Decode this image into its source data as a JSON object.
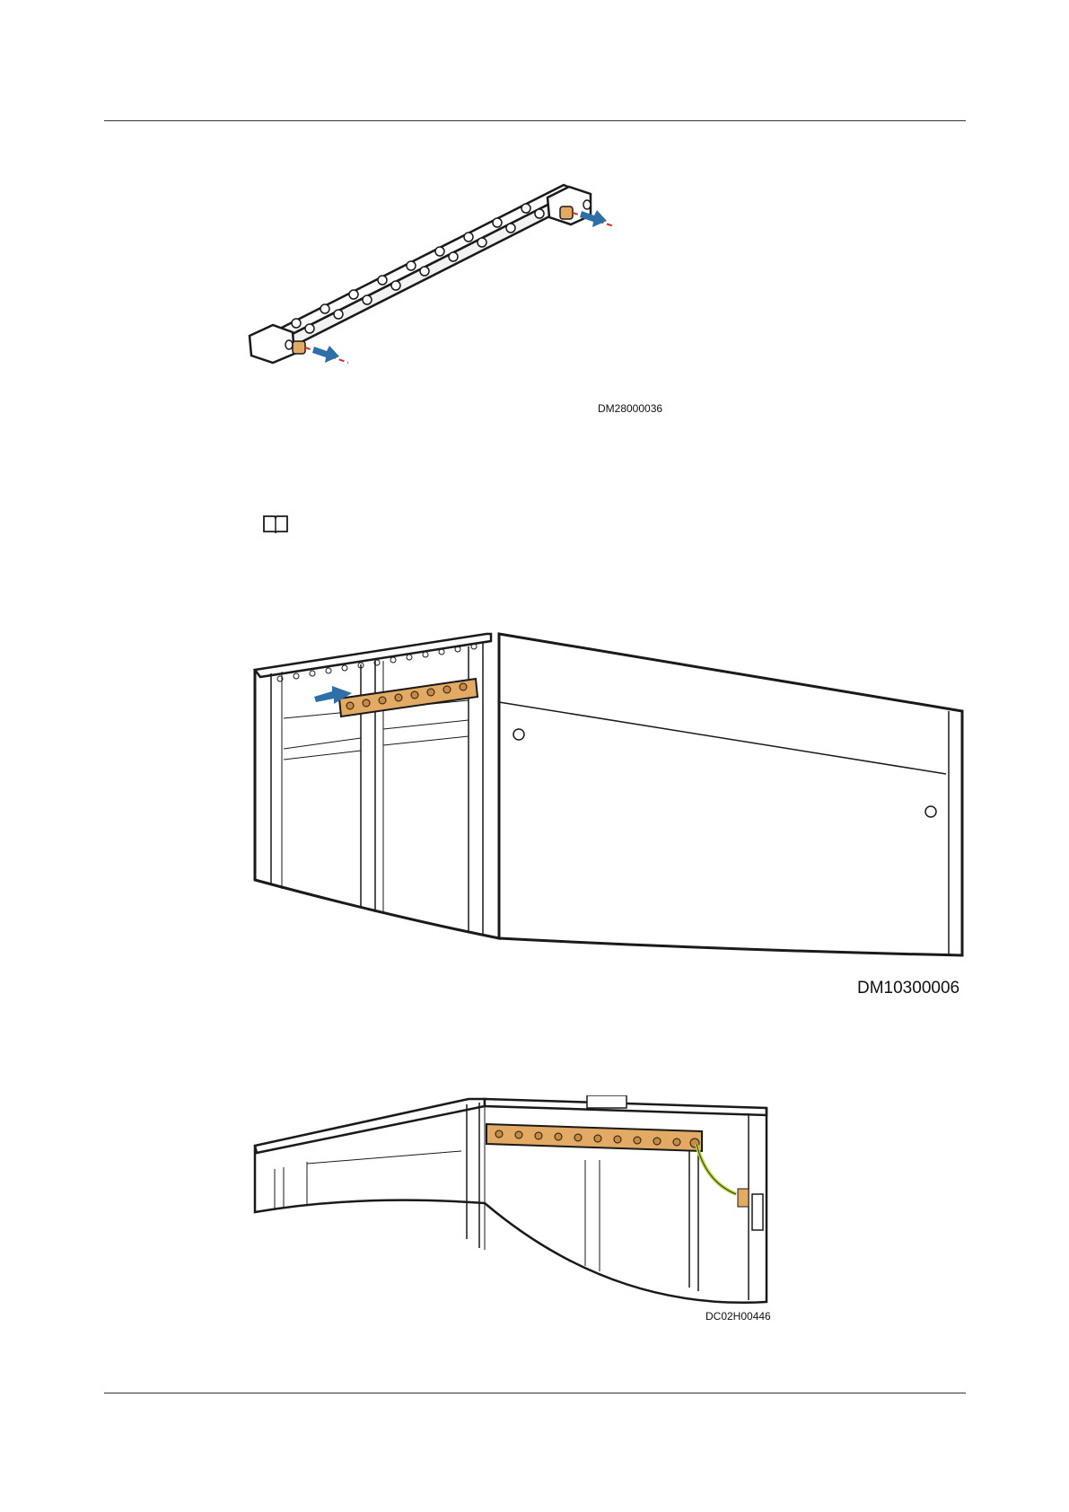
{
  "figures": [
    {
      "code": "DM28000036"
    },
    {
      "code": "DM10300006"
    },
    {
      "code": "DC02H00446"
    }
  ],
  "note": {
    "icon": "book-note-icon"
  },
  "colors": {
    "copper": "#E2AA62",
    "arrow_blue": "#2E6FA8",
    "cut_line_red": "#D0302A",
    "ground_wire": "#B8D23A",
    "line": "#1a1a1a"
  }
}
